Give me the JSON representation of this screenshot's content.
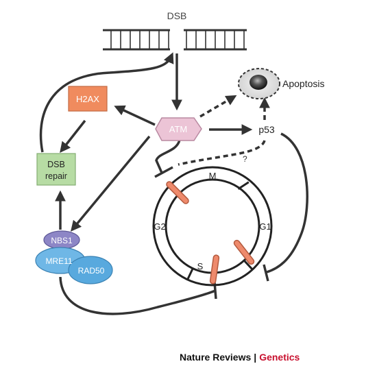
{
  "labels": {
    "dsb": "DSB",
    "apoptosis": "Apoptosis",
    "h2ax": "H2AX",
    "atm": "ATM",
    "p53": "p53",
    "question": "?",
    "dsb_repair_line1": "DSB",
    "dsb_repair_line2": "repair",
    "nbs1": "NBS1",
    "mre11": "MRE11",
    "rad50": "RAD50",
    "phase_m": "M",
    "phase_g1": "G1",
    "phase_g2": "G2",
    "phase_s": "S"
  },
  "footer": {
    "journal": "Nature Reviews",
    "separator": "|",
    "section": "Genetics"
  },
  "colors": {
    "h2ax_fill": "#f08b5e",
    "atm_fill": "#ecc4d6",
    "repair_fill": "#b7dca4",
    "nbs1_fill": "#8d86c6",
    "mre11_fill": "#6fb7e6",
    "rad50_fill": "#58a9de",
    "checkpoint_fill": "#ee8a6c",
    "arrow": "#333333",
    "footer_accent": "#c8102e"
  }
}
